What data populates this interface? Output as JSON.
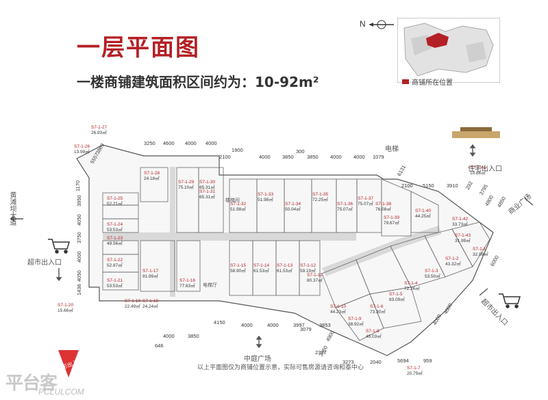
{
  "header": {
    "title": "一层平面图",
    "subtitle": "一楼商铺建筑面积区间约为：10-92m²"
  },
  "legend": {
    "label": "商铺所在位置",
    "color": "#b32025"
  },
  "north_label": "N",
  "annotations": {
    "elevator": "电梯",
    "residential_entrance": "住宅出入口",
    "commercial_square": "商业广场",
    "supermarket_entrance_left": "超市出入口",
    "supermarket_entrance_right": "超市出入口",
    "huangtan_road": "黄滩坝大道",
    "courtyard_square": "中庭广场",
    "movie_entrance": "电影出入口",
    "stair": "楼梯间",
    "elevator_hall": "电梯厅"
  },
  "footer_note": "以上平面图仅为商铺位置示意，实际可售房源请咨询和泰中心",
  "watermark": {
    "text": "平台客 ",
    "url": "PCLULCOM"
  },
  "dimensions": {
    "top": [
      "3250",
      "4600",
      "4000",
      "4000",
      "2100",
      "1900",
      "4000",
      "3850",
      "300",
      "3850",
      "4000",
      "4000",
      "1079"
    ],
    "top_right": [
      "2100",
      "5150",
      "3910"
    ],
    "left": [
      "1170",
      "3950",
      "4050",
      "3750",
      "4000",
      "4050",
      "1436"
    ],
    "bottom": [
      "646",
      "4000",
      "3850",
      "4150",
      "4000",
      "4000",
      "3997",
      "3853",
      "3079",
      "2377",
      "3273",
      "2040",
      "5694",
      "959"
    ],
    "misc": [
      "5557",
      "3869",
      "292",
      "3795",
      "4800",
      "4850",
      "6000",
      "4000",
      "4000",
      "3650",
      "4900",
      "6131"
    ]
  },
  "units": [
    {
      "id": "S7-1-27",
      "area": "26.93㎡"
    },
    {
      "id": "S7-1-26",
      "area": "13.99㎡"
    },
    {
      "id": "S7-1-28",
      "area": "24.18㎡"
    },
    {
      "id": "S7-1-29",
      "area": "75.10㎡"
    },
    {
      "id": "S7-1-30",
      "area": "65.31㎡"
    },
    {
      "id": "S7-1-31",
      "area": "65.31㎡"
    },
    {
      "id": "S7-1-25",
      "area": "52.21㎡"
    },
    {
      "id": "S7-1-24",
      "area": "53.53㎡"
    },
    {
      "id": "S7-1-23",
      "area": "49.56㎡"
    },
    {
      "id": "S7-1-22",
      "area": "52.87㎡"
    },
    {
      "id": "S7-1-21",
      "area": "53.53㎡"
    },
    {
      "id": "S7-1-20",
      "area": "15.66㎡"
    },
    {
      "id": "S7-1-19",
      "area": "22.49㎡"
    },
    {
      "id": "S7-1-18",
      "area": "24.24㎡"
    },
    {
      "id": "S7-1-17",
      "area": "91.99㎡"
    },
    {
      "id": "S7-1-16",
      "area": "77.83㎡"
    },
    {
      "id": "S7-1-32",
      "area": "51.98㎡"
    },
    {
      "id": "S7-1-33",
      "area": "51.98㎡"
    },
    {
      "id": "S7-1-34",
      "area": "50.04㎡"
    },
    {
      "id": "S7-1-35",
      "area": "72.25㎡"
    },
    {
      "id": "S7-1-36",
      "area": "75.07㎡"
    },
    {
      "id": "S7-1-37",
      "area": "75.07㎡"
    },
    {
      "id": "S7-1-38",
      "area": "76.08㎡"
    },
    {
      "id": "S7-1-39",
      "area": "79.67㎡"
    },
    {
      "id": "S7-1-40",
      "area": "44.25㎡"
    },
    {
      "id": "S7-1-41",
      "area": "10.86㎡"
    },
    {
      "id": "S7-1-42",
      "area": "33.73㎡"
    },
    {
      "id": "S7-1-43",
      "area": "31.99㎡"
    },
    {
      "id": "S7-1-1",
      "area": "32.99㎡"
    },
    {
      "id": "S7-1-2",
      "area": "43.32㎡"
    },
    {
      "id": "S7-1-3",
      "area": "53.50㎡"
    },
    {
      "id": "S7-1-4",
      "area": "72.26㎡"
    },
    {
      "id": "S7-1-5",
      "area": "83.09㎡"
    },
    {
      "id": "S7-1-6",
      "area": "73.30㎡"
    },
    {
      "id": "S7-1-7",
      "area": "20.79㎡"
    },
    {
      "id": "S7-1-8",
      "area": "45.03㎡"
    },
    {
      "id": "S7-1-9",
      "area": "38.92㎡"
    },
    {
      "id": "S7-1-10",
      "area": "44.23㎡"
    },
    {
      "id": "S7-1-11",
      "area": "80.37㎡"
    },
    {
      "id": "S7-1-12",
      "area": "59.19㎡"
    },
    {
      "id": "S7-1-13",
      "area": "61.53㎡"
    },
    {
      "id": "S7-1-14",
      "area": "61.53㎡"
    },
    {
      "id": "S7-1-15",
      "area": "58.90㎡"
    }
  ]
}
